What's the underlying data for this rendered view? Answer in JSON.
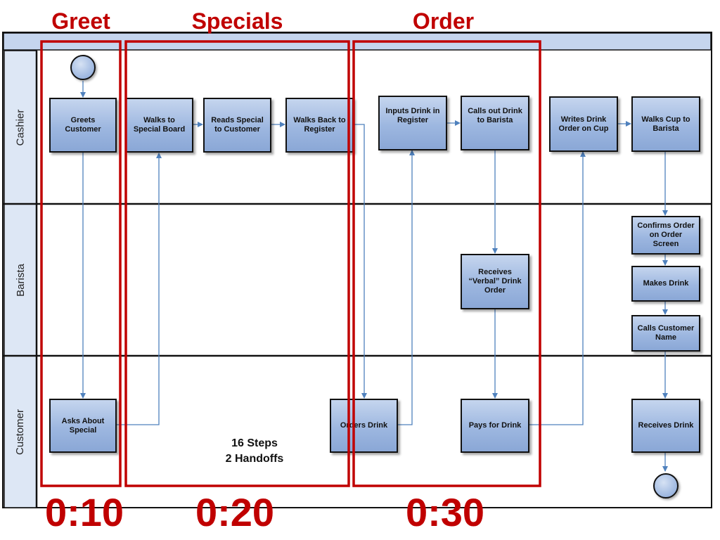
{
  "phases": [
    {
      "key": "greet",
      "title": "Greet",
      "time": "0:10"
    },
    {
      "key": "specials",
      "title": "Specials",
      "time": "0:20"
    },
    {
      "key": "order",
      "title": "Order",
      "time": "0:30"
    }
  ],
  "lanes": [
    "Cashier",
    "Barista",
    "Customer"
  ],
  "steps": {
    "greets_customer": "Greets Customer",
    "walks_to_special_board": "Walks to Special Board",
    "reads_special": "Reads Special to Customer",
    "walks_back": "Walks Back to Register",
    "inputs_drink": "Inputs Drink in Register",
    "calls_out_drink": "Calls out Drink to Barista",
    "writes_drink": "Writes Drink Order on Cup",
    "walks_cup": "Walks Cup to Barista",
    "confirms_order": "Confirms Order on Order Screen",
    "receives_verbal": "Receives “Verbal” Drink Order",
    "makes_drink": "Makes Drink",
    "calls_customer": "Calls Customer Name",
    "asks_special": "Asks About Special",
    "orders_drink": "Orders Drink",
    "pays_drink": "Pays for Drink",
    "receives_drink": "Receives Drink"
  },
  "summary": {
    "steps": "16 Steps",
    "handoffs": "2 Handoffs"
  },
  "colors": {
    "phase_red": "#c00000",
    "flow_line": "#4f81bd",
    "box_fill": "#9db7e0"
  }
}
